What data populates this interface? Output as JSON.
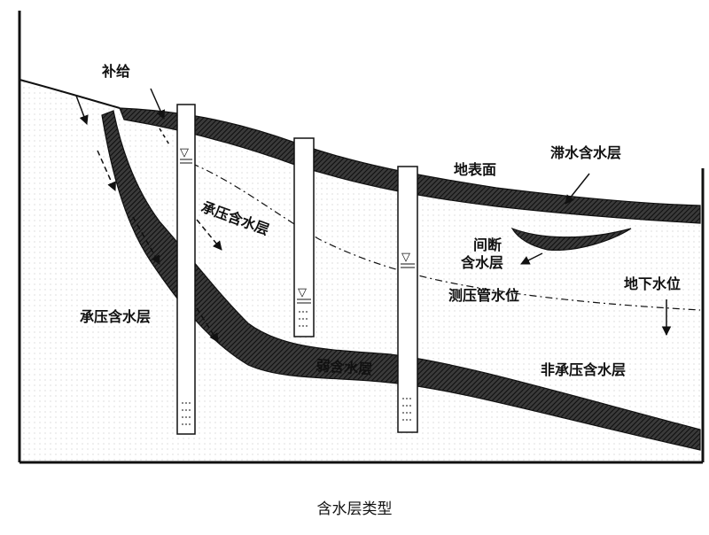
{
  "labels": {
    "recharge": "补给",
    "ground_surface": "地表面",
    "perched_aquifer": "滞水含水层",
    "intermittent_aquifer_line1": "间断",
    "intermittent_aquifer_line2": "含水层",
    "confined_aquifer_upper": "承压含水层",
    "confined_aquifer_left": "承压含水层",
    "piezometric_level": "测压管水位",
    "water_table": "地下水位",
    "aquitard": "弱含水层",
    "unconfined_aquifer": "非承压含水层"
  },
  "caption": "含水层类型",
  "colors": {
    "ink": "#111111",
    "hatch_dark": "#2b2b2b",
    "background": "#ffffff"
  },
  "well_symbol": "▽"
}
